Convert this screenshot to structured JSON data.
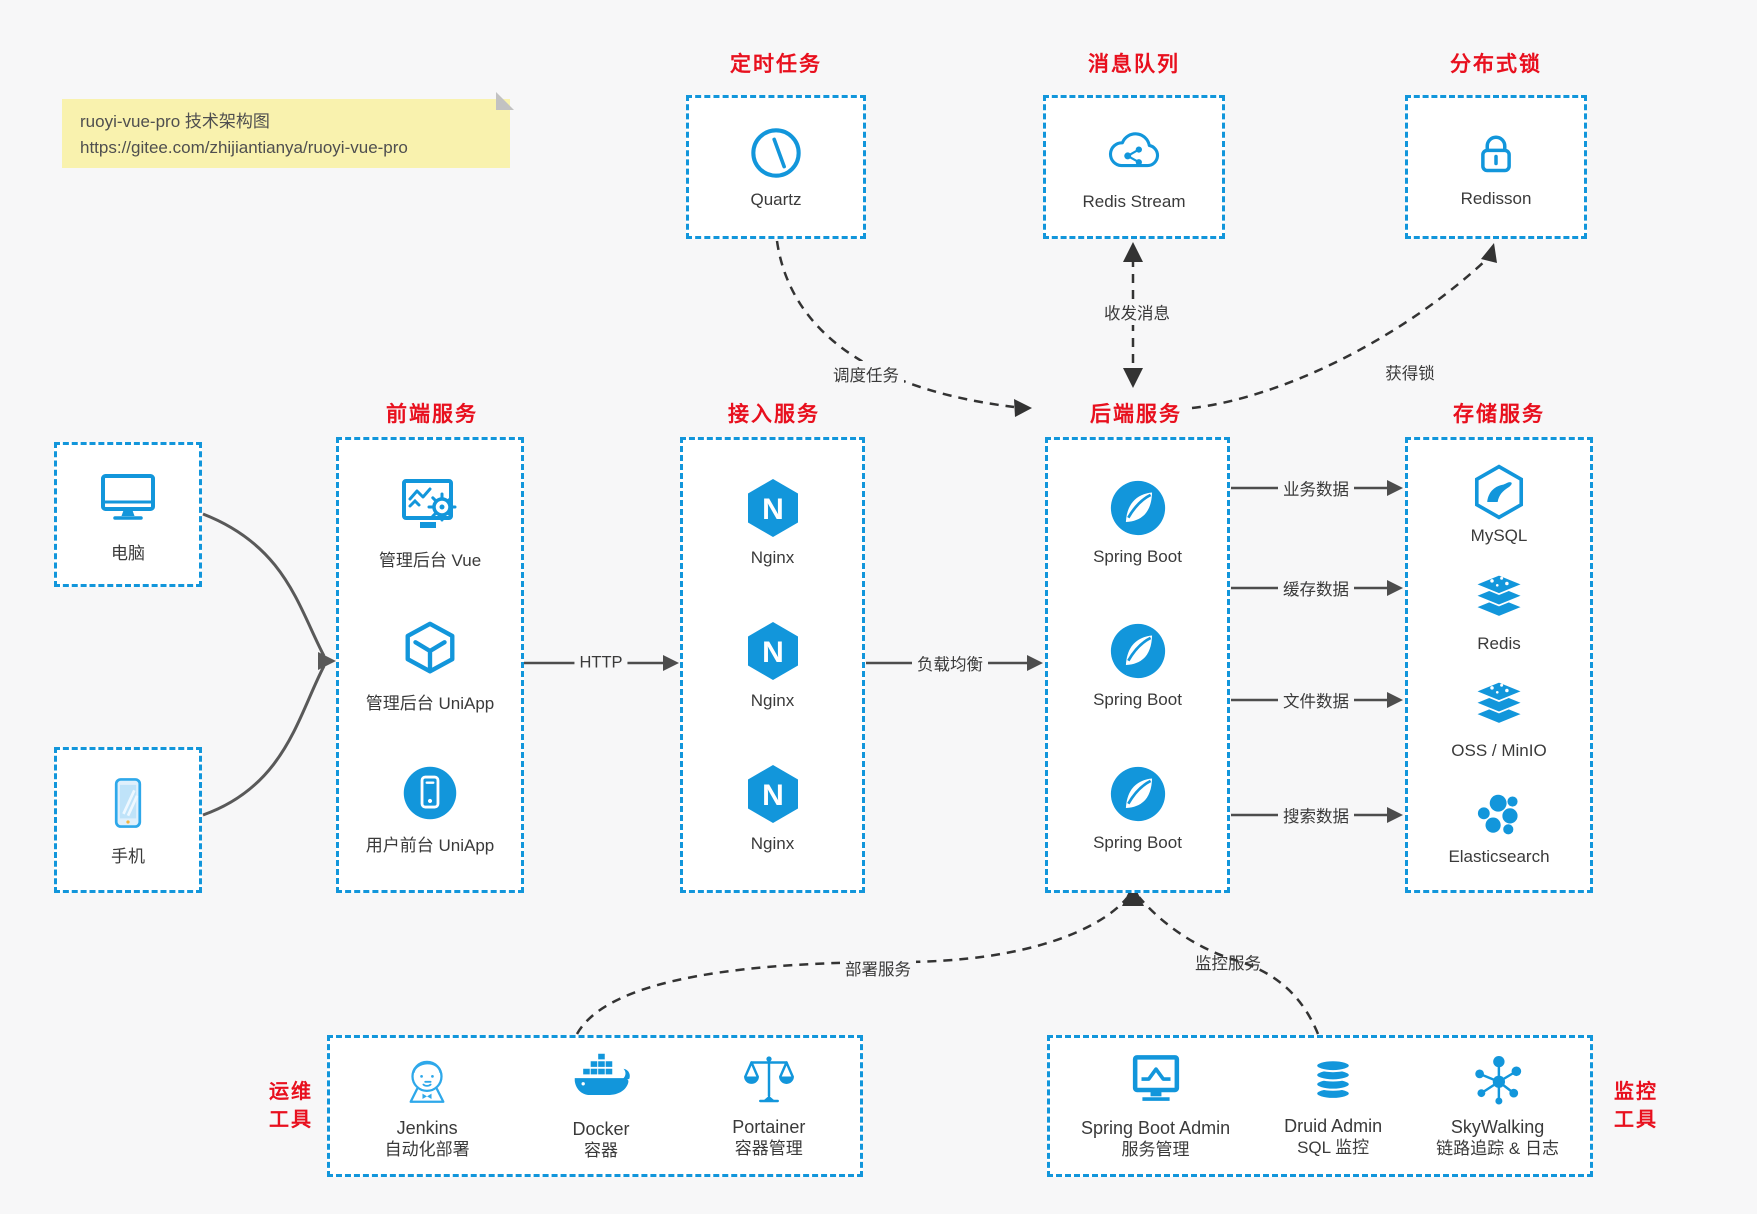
{
  "note": {
    "line1": "ruoyi-vue-pro 技术架构图",
    "line2": "https://gitee.com/zhijiantianya/ruoyi-vue-pro"
  },
  "colors": {
    "blue": "#1296db",
    "red": "#e8101e",
    "canvas": "#f7f7f8"
  },
  "top_services": [
    {
      "title": "定时任务",
      "label": "Quartz",
      "icon": "clock-icon"
    },
    {
      "title": "消息队列",
      "label": "Redis Stream",
      "icon": "cloud-stream-icon"
    },
    {
      "title": "分布式锁",
      "label": "Redisson",
      "icon": "lock-icon"
    }
  ],
  "clients": [
    {
      "label": "电脑",
      "icon": "desktop-icon"
    },
    {
      "label": "手机",
      "icon": "phone-icon"
    }
  ],
  "service_groups": [
    {
      "title": "前端服务",
      "items": [
        {
          "label": "管理后台 Vue"
        },
        {
          "label": "管理后台 UniApp"
        },
        {
          "label": "用户前台 UniApp"
        }
      ]
    },
    {
      "title": "接入服务",
      "items": [
        {
          "label": "Nginx"
        },
        {
          "label": "Nginx"
        },
        {
          "label": "Nginx"
        }
      ]
    },
    {
      "title": "后端服务",
      "items": [
        {
          "label": "Spring Boot"
        },
        {
          "label": "Spring Boot"
        },
        {
          "label": "Spring Boot"
        }
      ]
    },
    {
      "title": "存储服务",
      "items": [
        {
          "label": "MySQL"
        },
        {
          "label": "Redis"
        },
        {
          "label": "OSS / MinIO"
        },
        {
          "label": "Elasticsearch"
        }
      ]
    }
  ],
  "tool_groups": [
    {
      "title_lines": [
        "运维",
        "工具"
      ],
      "items": [
        {
          "name": "Jenkins",
          "sub": "自动化部署"
        },
        {
          "name": "Docker",
          "sub": "容器"
        },
        {
          "name": "Portainer",
          "sub": "容器管理"
        }
      ]
    },
    {
      "title_lines": [
        "监控",
        "工具"
      ],
      "items": [
        {
          "name": "Spring Boot Admin",
          "sub": "服务管理"
        },
        {
          "name": "Druid Admin",
          "sub": "SQL 监控"
        },
        {
          "name": "SkyWalking",
          "sub": "链路追踪 & 日志"
        }
      ]
    }
  ],
  "edge_labels": {
    "http": "HTTP",
    "lb": "负载均衡",
    "biz": "业务数据",
    "cache": "缓存数据",
    "file": "文件数据",
    "search": "搜索数据",
    "schedule": "调度任务",
    "mq": "收发消息",
    "lock": "获得锁",
    "deploy": "部署服务",
    "monitor": "监控服务"
  }
}
